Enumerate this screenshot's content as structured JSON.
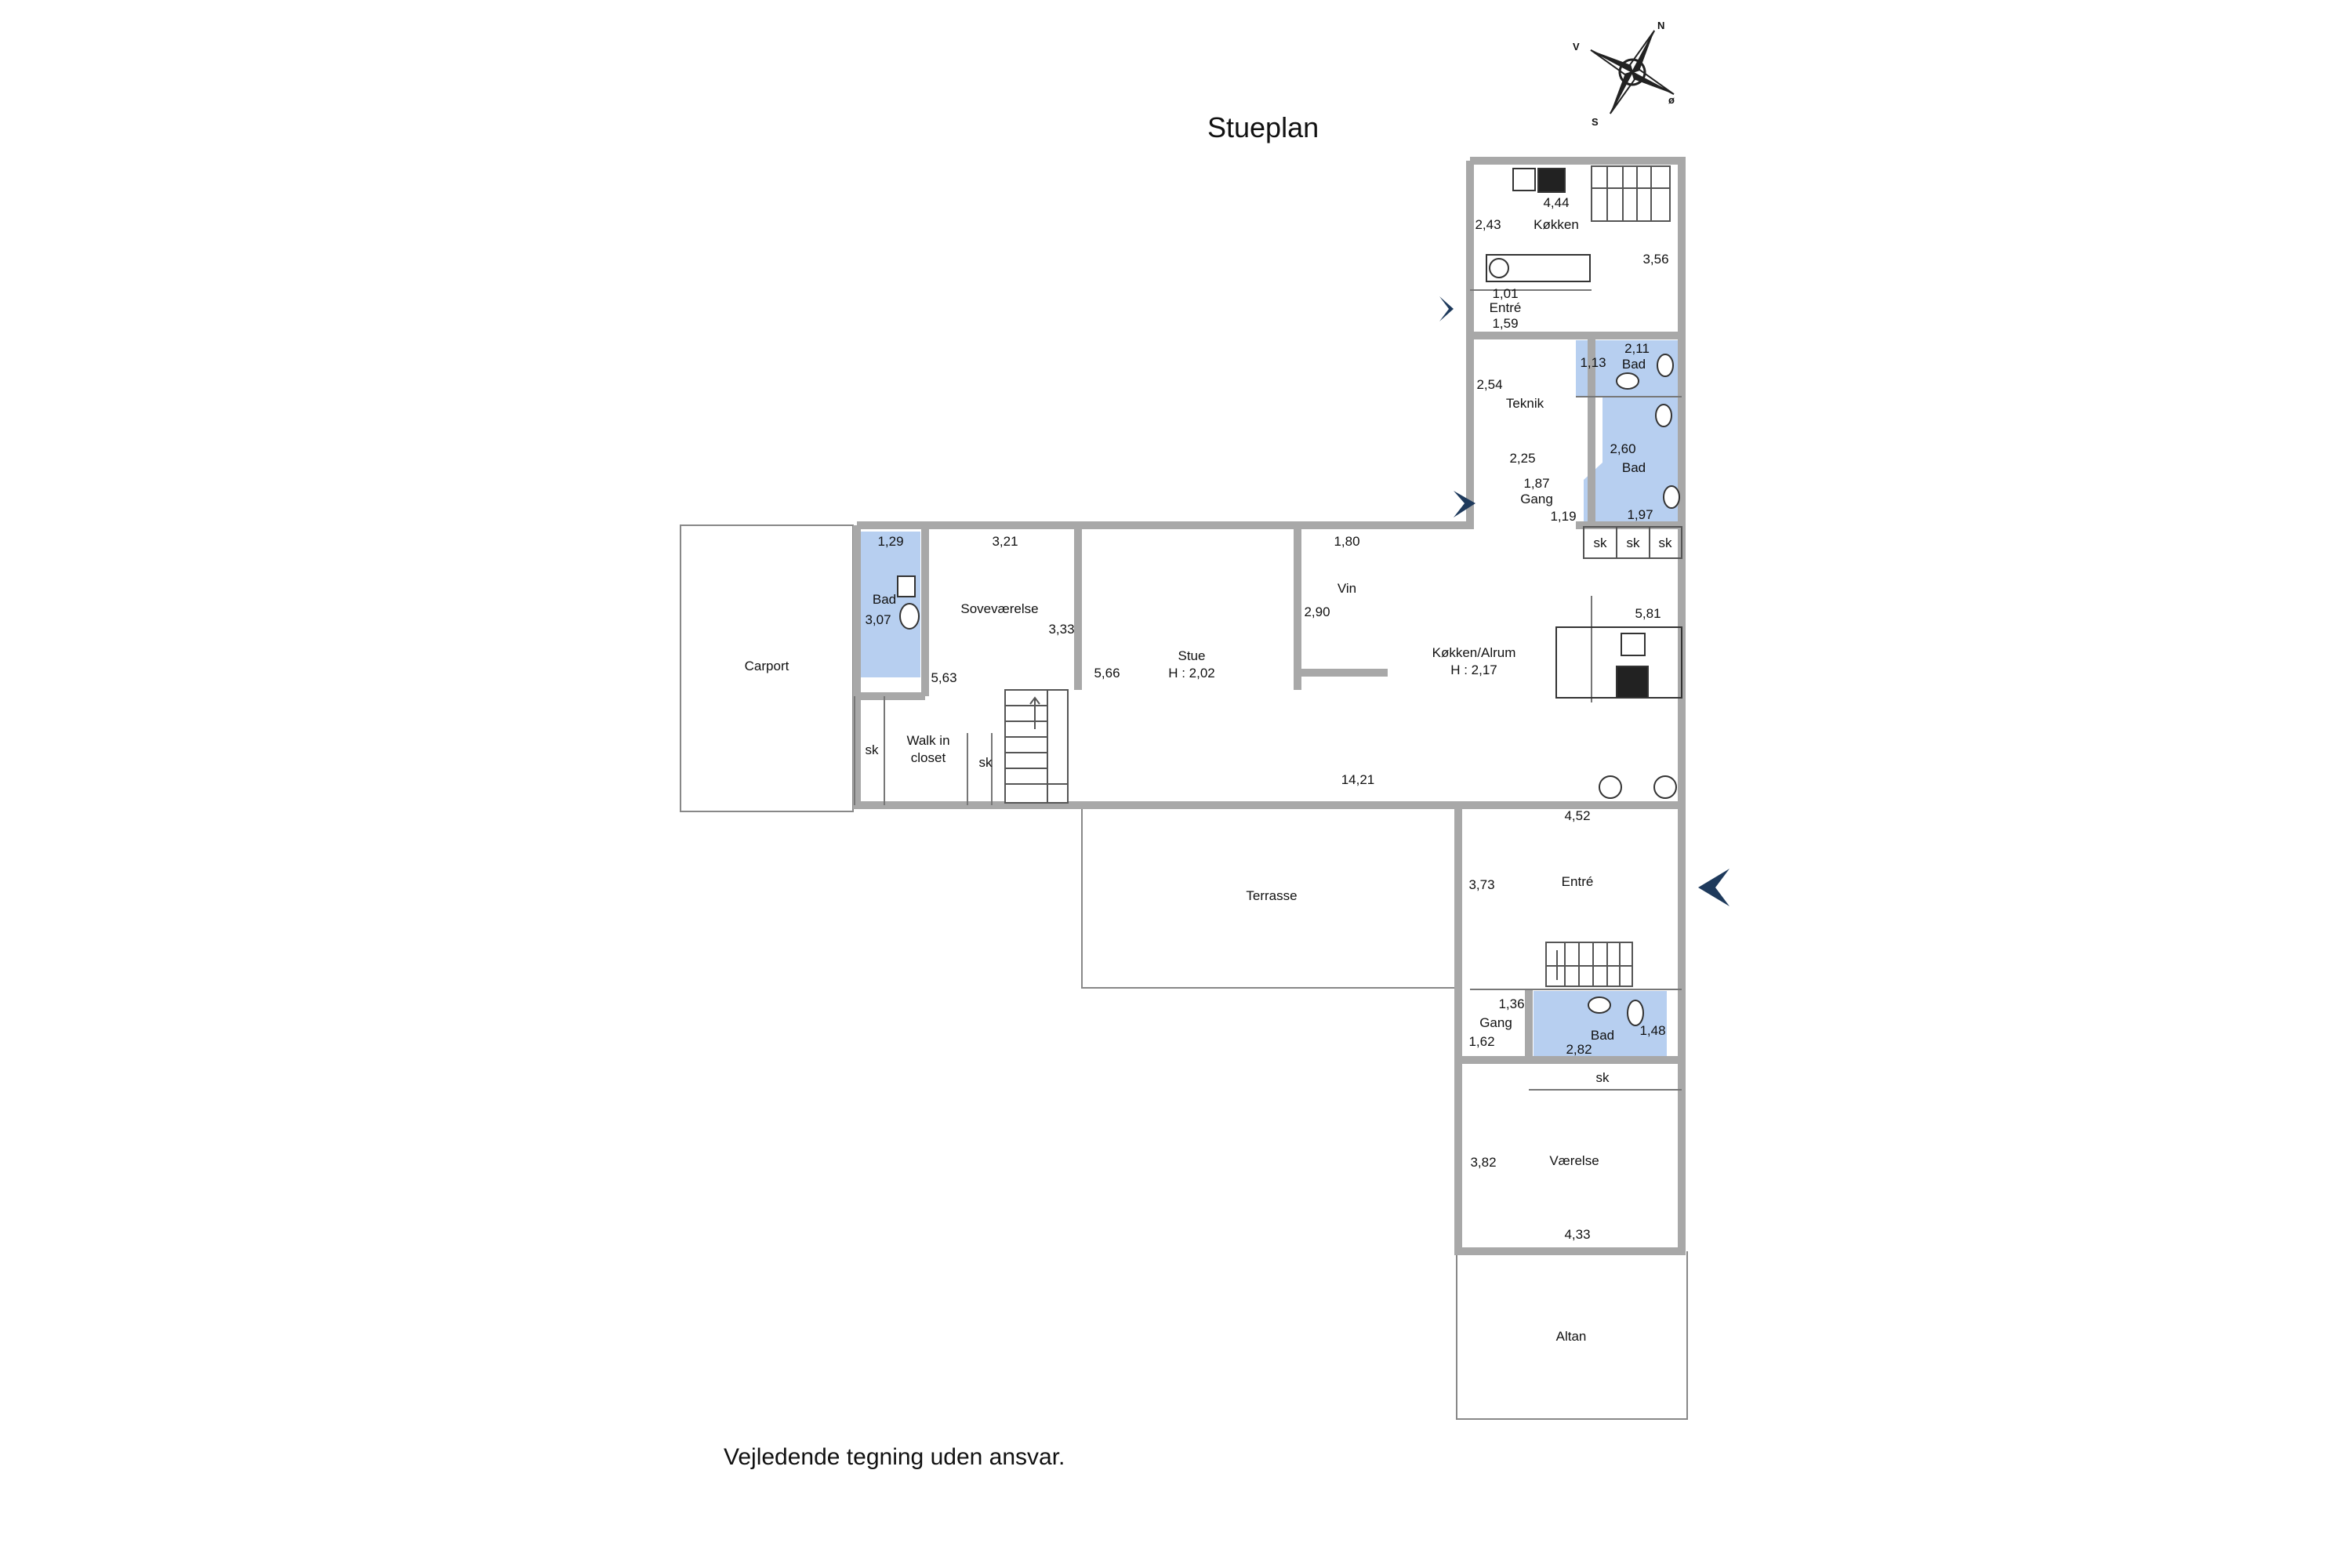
{
  "title": "Stueplan",
  "disclaimer": "Vejledende tegning uden ansvar.",
  "compass": {
    "n": "N",
    "v": "V",
    "s": "S",
    "o": "ø"
  },
  "colors": {
    "bathroom": "#b7cff0",
    "wall": "#a8a8a8",
    "entry_arrow": "#1e3a5c"
  },
  "labels": {
    "carport": "Carport",
    "terrasse": "Terrasse",
    "altan": "Altan",
    "bad_west": "Bad",
    "sovevaerelse": "Soveværelse",
    "walk_in_1": "Walk in",
    "walk_in_2": "closet",
    "stue": "Stue",
    "stue_h": "H : 2,02",
    "vin": "Vin",
    "kokken_alrum": "Køkken/Alrum",
    "kokken_alrum_h": "H : 2,17",
    "kokken": "Køkken",
    "entre_north": "Entré",
    "bad_ne1": "Bad",
    "teknik": "Teknik",
    "bad_ne2": "Bad",
    "gang_north": "Gang",
    "entre_south": "Entré",
    "gang_south": "Gang",
    "bad_south": "Bad",
    "vaerelse": "Værelse",
    "sk": "sk"
  },
  "dims": {
    "kokken_w": "4,44",
    "kokken_h": "2,43",
    "kokken_r": "3,56",
    "entre_w": "1,01",
    "entre_h": "1,59",
    "bad_ne1_w": "2,11",
    "bad_ne1_h": "1,13",
    "teknik_h": "2,54",
    "teknik_w": "2,25",
    "bad_ne2_w": "2,60",
    "bad_ne2_h": "1,97",
    "gang_n_w": "1,87",
    "gang_n_h": "1,19",
    "bad_w_w": "1,29",
    "bad_w_h": "3,07",
    "sove_w": "3,21",
    "sove_h": "3,33",
    "walkin_h": "5,63",
    "stue_h": "5,66",
    "vin_w": "1,80",
    "vin_h": "2,90",
    "alrum_w": "5,81",
    "total_w": "14,21",
    "entre_s_w": "4,52",
    "entre_s_h": "3,73",
    "gang_s_w": "1,36",
    "gang_s_h": "1,62",
    "bad_s_w": "2,82",
    "bad_s_h": "1,48",
    "vaerelse_h": "3,82",
    "vaerelse_w": "4,33"
  }
}
